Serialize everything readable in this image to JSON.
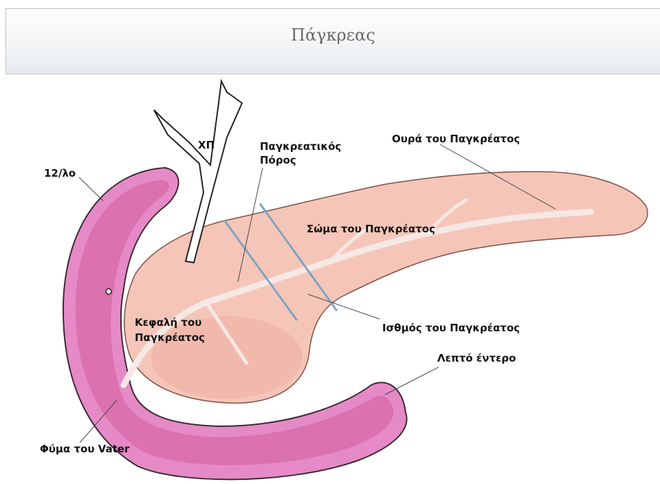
{
  "slide": {
    "title": "Πάγκρεας"
  },
  "labels": {
    "duodenum": "12/λο",
    "common_bile_duct": "ΧΠ",
    "pancreatic_duct_line1": "Παγκρεατικός",
    "pancreatic_duct_line2": "Πόρος",
    "tail": "Ουρά του Παγκρέατος",
    "body": "Σώμα του Παγκρέατος",
    "head_line1": "Κεφαλή του",
    "head_line2": "Παγκρέατος",
    "isthmus": "Ισθμός του Παγκρέατος",
    "small_intestine": "Λεπτό έντερο",
    "vater": "Φύμα του Vater"
  },
  "colors": {
    "pancreas": "#f5c6b8",
    "duodenum_outer": "#e58ac6",
    "duodenum_inner": "#d86aa8",
    "duct": "#f6e8e4",
    "isthmus_lines": "#7fa3c2"
  }
}
